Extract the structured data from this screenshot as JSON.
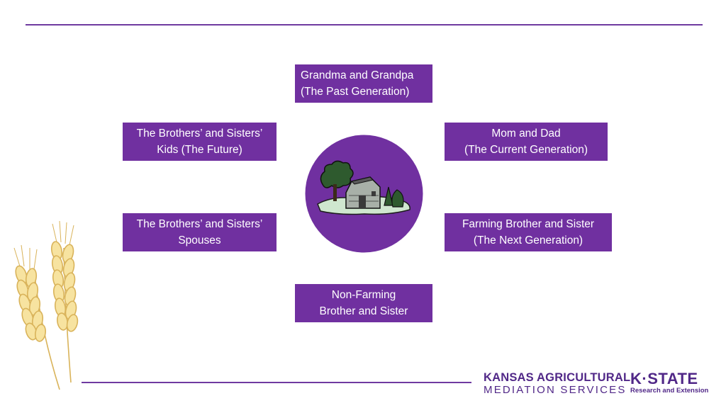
{
  "diagram": {
    "nodes": {
      "past": {
        "line1": "Grandma and Grandpa",
        "line2": "(The Past Generation)"
      },
      "current": {
        "line1": "Mom and Dad",
        "line2": "(The Current Generation)"
      },
      "kids": {
        "line1": "The Brothers’ and Sisters’",
        "line2": "Kids (The Future)"
      },
      "spouses": {
        "line1": "The Brothers’ and Sisters’",
        "line2": "Spouses"
      },
      "next": {
        "line1": "Farming Brother and Sister",
        "line2": "(The Next Generation)"
      },
      "nonfarm": {
        "line1": "Non-Farming",
        "line2": "Brother and Sister"
      }
    },
    "hub_icon": "barn-icon"
  },
  "footer": {
    "kam_logo": {
      "line1": "KANSAS AGRICULTURAL",
      "line2": "MEDIATION SERVICES"
    },
    "kstate_logo": {
      "line1": "K·STATE",
      "line2": "Research and Extension"
    }
  },
  "colors": {
    "accent": "#7030a0",
    "rule": "#6f3aa0",
    "brand": "#512888",
    "wheat_fill": "#f7e3a0",
    "wheat_stroke": "#d9b35a"
  }
}
